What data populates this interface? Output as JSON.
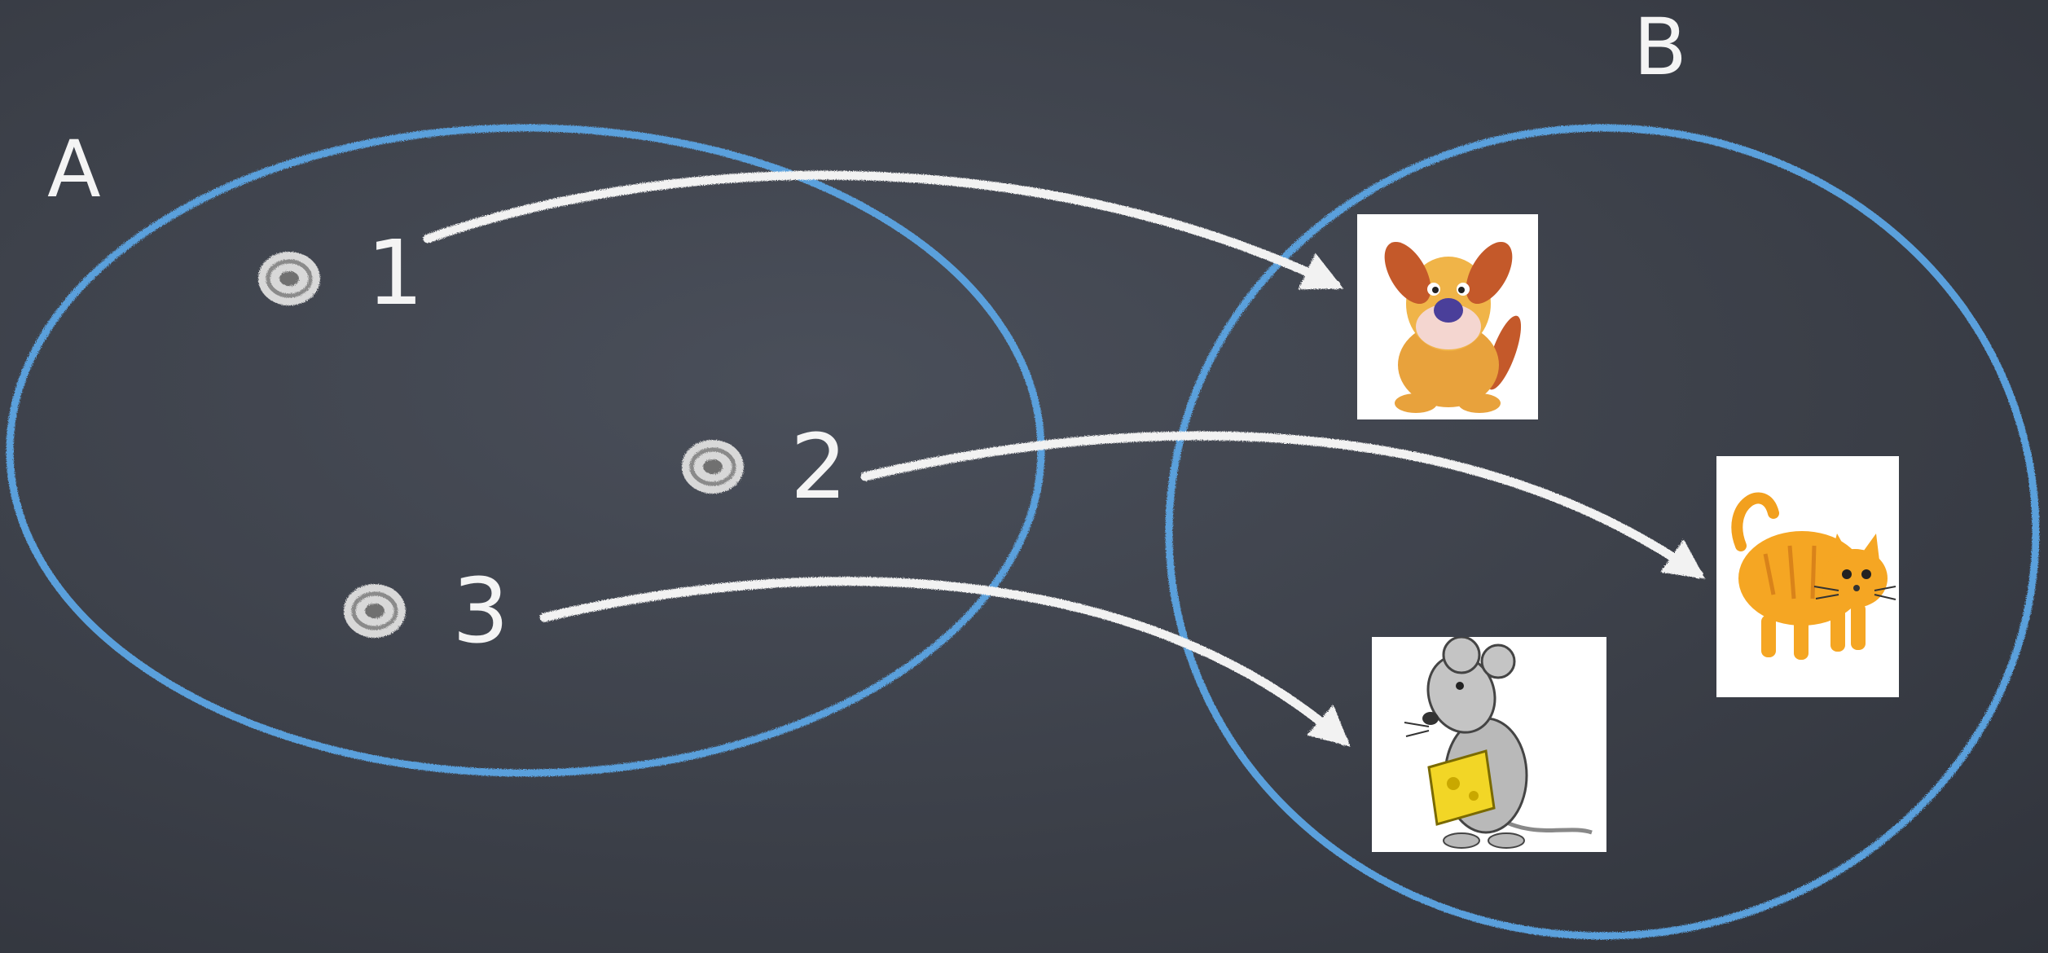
{
  "sets": {
    "domain": {
      "label": "A",
      "elements": [
        "1",
        "2",
        "3"
      ]
    },
    "codomain": {
      "label": "B",
      "elements": [
        "dog",
        "cat",
        "mouse"
      ]
    }
  },
  "mapping": [
    {
      "from": "1",
      "to": "dog"
    },
    {
      "from": "2",
      "to": "cat"
    },
    {
      "from": "3",
      "to": "mouse"
    }
  ],
  "icons": {
    "element_marker": "chalk-swirl-icon",
    "dog": "dog-icon",
    "cat": "cat-icon",
    "mouse": "mouse-with-cheese-icon"
  },
  "colors": {
    "board": "#3c4049",
    "set_outline": "#5aa0dc",
    "chalk": "#f2f2f2"
  }
}
